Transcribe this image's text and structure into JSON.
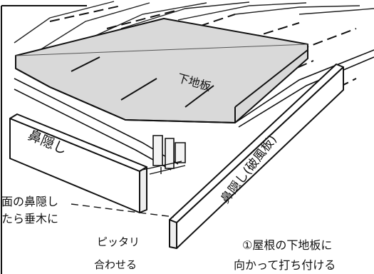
{
  "labels": {
    "sheathing": "下地板",
    "fascia": "鼻隠し",
    "barge_board": "鼻隠し(破風板)",
    "left_line1": "面の鼻隠し",
    "left_line2": "たら垂木に",
    "fit_line1": "ピッタリ",
    "fit_line2": "合わせる",
    "step_line1": "①屋根の下地板に",
    "step_line2": "向かって打ち付ける"
  }
}
